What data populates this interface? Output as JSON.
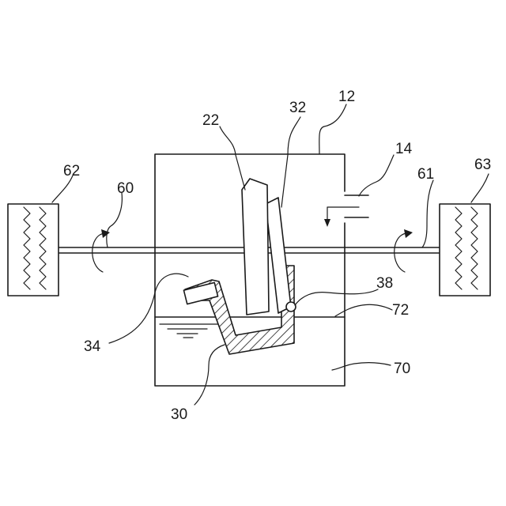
{
  "labels": {
    "l12": "12",
    "l14": "14",
    "l22": "22",
    "l30": "30",
    "l32": "32",
    "l34": "34",
    "l38": "38",
    "l60": "60",
    "l61": "61",
    "l62": "62",
    "l63": "63",
    "l70": "70",
    "l72": "72"
  }
}
